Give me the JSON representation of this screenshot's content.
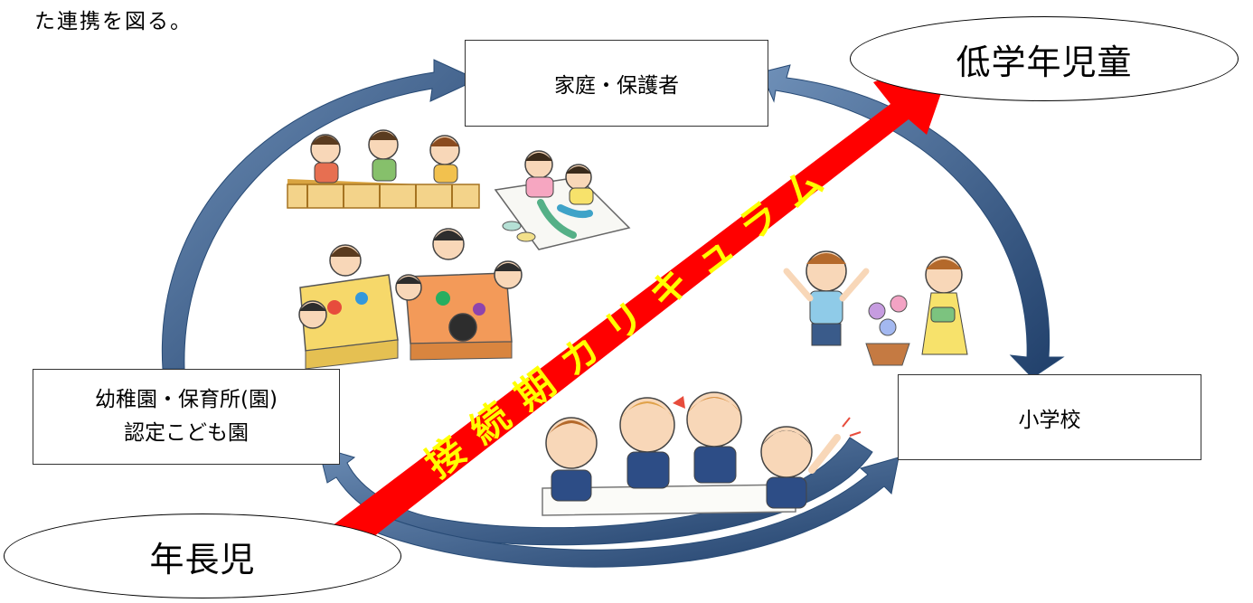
{
  "intro_text": "た連携を図る。",
  "nodes": {
    "home": "家庭・保護者",
    "kindergarten_line1": "幼稚園・保育所(園)",
    "kindergarten_line2": "認定こども園",
    "elementary": "小学校",
    "lower_grades": "低学年児童",
    "senior_kindergarten": "年長児"
  },
  "banner": {
    "label": "接続期カリキュラム",
    "color": "#ff0000",
    "text_color": "#ffff00"
  },
  "colors": {
    "cycle_arrow": "#2c4f7c",
    "cycle_arrow_light": "#6f90b8"
  },
  "illustrations": [
    "children-playing-with-blocks",
    "children-painting",
    "children-making-crafts",
    "children-watering-flowers",
    "students-studying-at-desk"
  ]
}
